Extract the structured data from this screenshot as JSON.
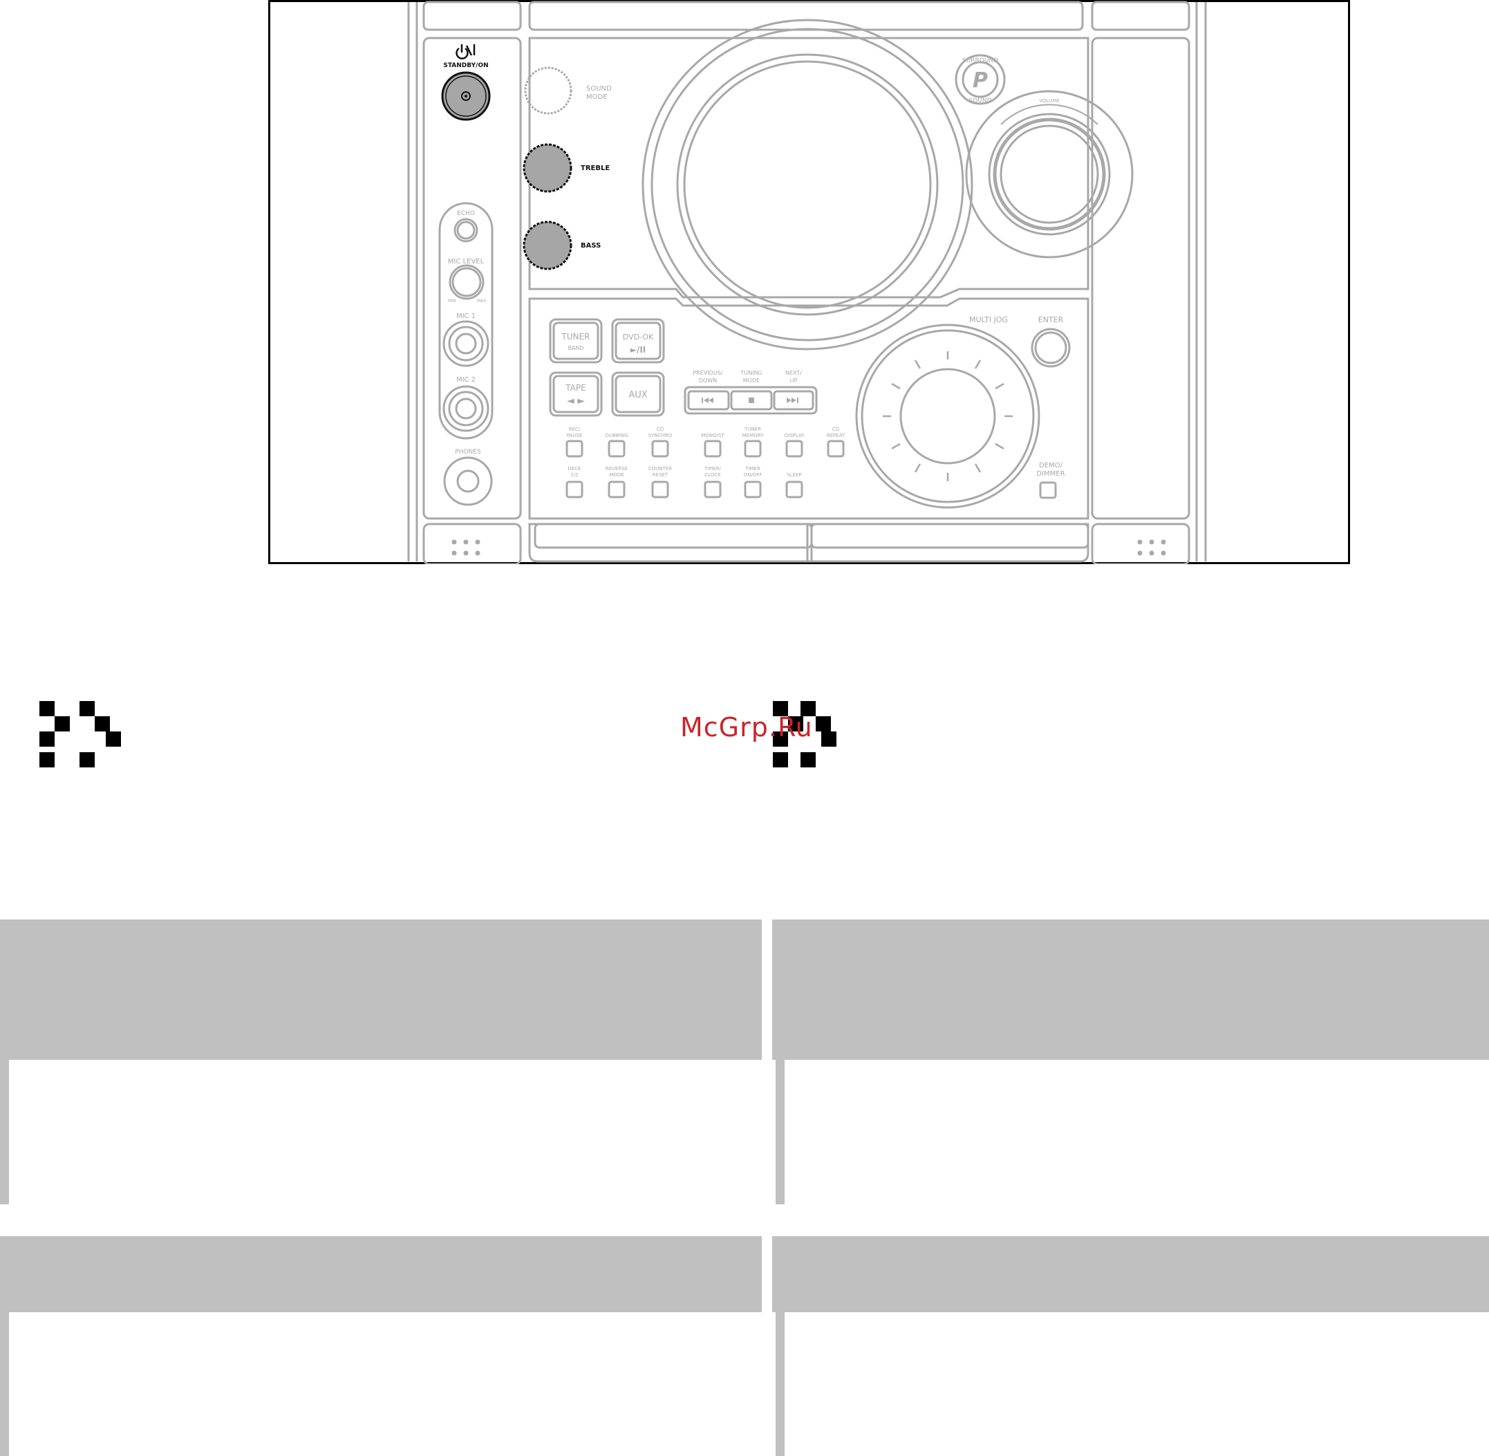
{
  "diagram": {
    "controls": {
      "standby_on": "STANDBY/ON",
      "sound_mode_line1": "SOUND",
      "sound_mode_line2": "MODE",
      "treble": "TREBLE",
      "bass": "BASS",
      "echo": "ECHO",
      "mic_level": "MIC LEVEL",
      "mic_level_min": "MIN",
      "mic_level_max": "MAX",
      "mic1": "MIC 1",
      "mic2": "MIC 2",
      "phones": "PHONES",
      "surround_top": "SURROUND",
      "surround_bottom": "SOUND",
      "surround_logo": "P",
      "volume": "VOLUME",
      "multi_jog": "MULTI JOG",
      "enter": "ENTER",
      "demo_line1": "DEMO/",
      "demo_line2": "DIMMER"
    },
    "source_buttons": {
      "tuner": "TUNER",
      "tuner_sub": "BAND",
      "dvd": "DVD-OK",
      "dvd_sub": "►/II",
      "tape": "TAPE",
      "tape_sub": "◄ ►",
      "aux": "AUX"
    },
    "transport": {
      "prev_line1": "PREVIOUS/",
      "prev_line2": "DOWN",
      "tuning_line1": "TUNING",
      "tuning_line2": "MODE",
      "next_line1": "NEXT/",
      "next_line2": "UP"
    },
    "small_buttons": {
      "rec1": "REC/",
      "rec2": "PAUSE",
      "dubbing": "DUBBING",
      "cd1": "CD",
      "cd2": "SYNCHRO",
      "mono": "MONO/ST",
      "tmem1": "TUNER",
      "tmem2": "MEMORY",
      "display": "DISPLAY",
      "cdrep1": "CD",
      "cdrep2": "REPEAT",
      "deck1": "DECK",
      "deck2": "1/2",
      "rev1": "REVERSE",
      "rev2": "MODE",
      "ctr1": "COUNTER",
      "ctr2": "RESET",
      "tclk1": "TIMER/",
      "tclk2": "CLOCK",
      "ton1": "TIMER",
      "ton2": "ON/OFF",
      "sleep": "SLEEP"
    }
  },
  "watermark": "McGrp.Ru",
  "colors": {
    "outline": "#a8a8a8",
    "band": "#c0c0c0",
    "knob_fill": "#a6a6a6",
    "watermark": "#c8252b"
  },
  "icons": [
    "double-chevron-icon",
    "double-chevron-icon"
  ]
}
